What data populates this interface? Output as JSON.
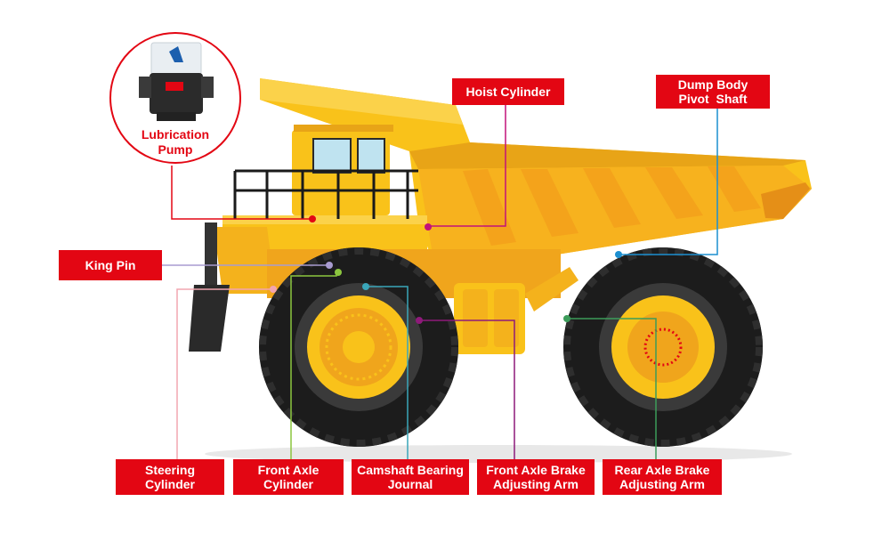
{
  "callouts": {
    "lubrication_pump": {
      "line1": "Lubrication",
      "line2": "Pump"
    },
    "hoist_cylinder": {
      "text": "Hoist Cylinder"
    },
    "dump_body_pivot_shaft": {
      "line1": "Dump Body",
      "line2": "Pivot  Shaft"
    },
    "king_pin": {
      "text": "King Pin"
    },
    "steering_cylinder": {
      "line1": "Steering",
      "line2": "Cylinder"
    },
    "front_axle_cylinder": {
      "line1": "Front Axle",
      "line2": "Cylinder"
    },
    "camshaft_bearing_journal": {
      "line1": "Camshaft Bearing",
      "line2": "Journal"
    },
    "front_axle_brake_adjusting_arm": {
      "line1": "Front Axle Brake",
      "line2": "Adjusting Arm"
    },
    "rear_axle_brake_adjusting_arm": {
      "line1": "Rear Axle Brake",
      "line2": "Adjusting Arm"
    }
  },
  "colors": {
    "label_bg": "#e30613",
    "truck_yellow": "#f9c21a",
    "truck_orange": "#f0a51c",
    "tire": "#1c1c1c",
    "line_red": "#e30613",
    "line_magenta": "#c2127a",
    "line_blue": "#1c8fd0",
    "line_lavender": "#a89bd0",
    "line_pink": "#f2a5b0",
    "line_green": "#8cc63f",
    "line_teal": "#3aa6b9",
    "line_purple": "#8e1a7a",
    "line_dark_green": "#3c9c5a"
  },
  "icons": [
    "lubrication-pump-icon",
    "dump-truck-illustration"
  ]
}
